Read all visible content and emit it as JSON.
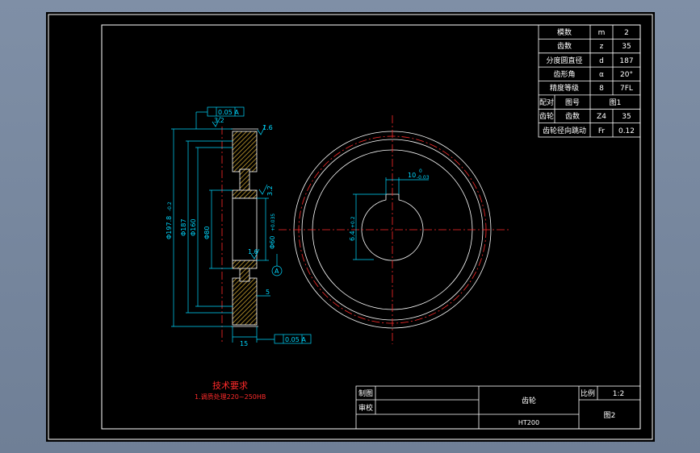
{
  "params_table": {
    "rows": [
      {
        "label": "模数",
        "symbol": "m",
        "value": "2"
      },
      {
        "label": "齿数",
        "symbol": "z",
        "value": "35"
      },
      {
        "label": "分度圆直径",
        "symbol": "d",
        "value": "187"
      },
      {
        "label": "齿形角",
        "symbol": "α",
        "value": "20°"
      },
      {
        "label": "精度等级",
        "symbol": "8",
        "value": "7FL"
      }
    ],
    "mating_head": "配对",
    "mating_gear": "齿轮",
    "drawing_no_label": "图号",
    "drawing_no_value": "图1",
    "teeth_label": "齿数",
    "teeth_symbol": "Z4",
    "teeth_value": "35",
    "runout_label": "齿轮径向跳动",
    "runout_symbol": "Fr",
    "runout_value": "0.12"
  },
  "section_dims": {
    "tol_top": "0.05 A",
    "tol_bottom": "0.05 A",
    "roughness_top": "3.2",
    "roughness_mid": "3.2",
    "roughness_chamfer": "1.6",
    "roughness_bore": "1.6",
    "d_outer": "Φ197.8",
    "d_outer_tol": "-0.2",
    "d_pitch": "Φ187",
    "d_hub": "Φ160",
    "d_inner": "Φ80",
    "d_bore": "Φ60",
    "d_bore_tol": "+0.035",
    "datum": "A",
    "dim_small": "5",
    "width": "15"
  },
  "front_dims": {
    "keyway_width": "10",
    "keyway_width_tol": "-0.03",
    "keyway_width_tol_top": "0",
    "keyway_depth": "6.4",
    "keyway_depth_tol": "+0.2"
  },
  "tech_req": {
    "title": "技术要求",
    "line1": "1.调质处理220~250HB"
  },
  "title_block": {
    "drawn": "制图",
    "checked": "审校",
    "part_name": "齿轮",
    "scale_label": "比例",
    "scale_value": "1:2",
    "code": "HT200",
    "sheet": "图2"
  },
  "colors": {
    "line": "#ffffff",
    "dimension": "#00d8ff",
    "centerline": "#ff2a2a",
    "hatch": "#c8a030",
    "tech_text": "#ff2a2a"
  }
}
